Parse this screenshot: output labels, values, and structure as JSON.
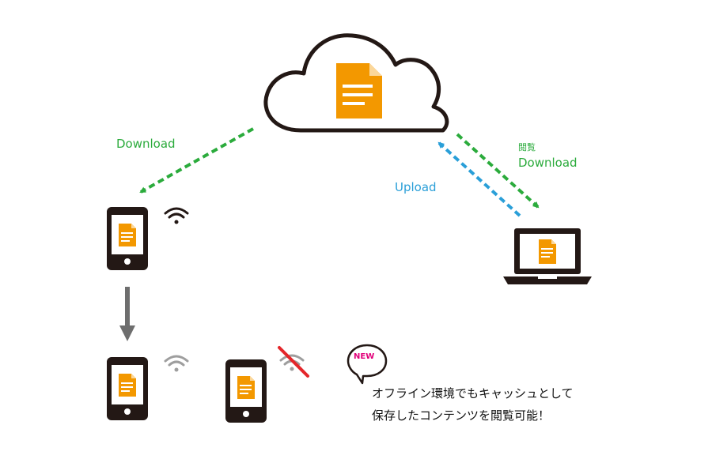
{
  "labels": {
    "download_left": "Download",
    "browse": "閲覧",
    "download_right": "Download",
    "upload": "Upload"
  },
  "badge": {
    "new": "NEW"
  },
  "caption": {
    "line1": "オフライン環境でもキャッシュとして",
    "line2": "保存したコンテンツを閲覧可能！"
  },
  "colors": {
    "download_arrow": "#2bab3c",
    "upload_arrow": "#2a9fd8",
    "document": "#f39800",
    "device": "#231815",
    "wifi_on": "#231815",
    "wifi_weak": "#9e9e9e",
    "no_signal_slash": "#e4262a",
    "new_badge": "#e2007a",
    "flow_arrow": "#6e6e6e"
  }
}
